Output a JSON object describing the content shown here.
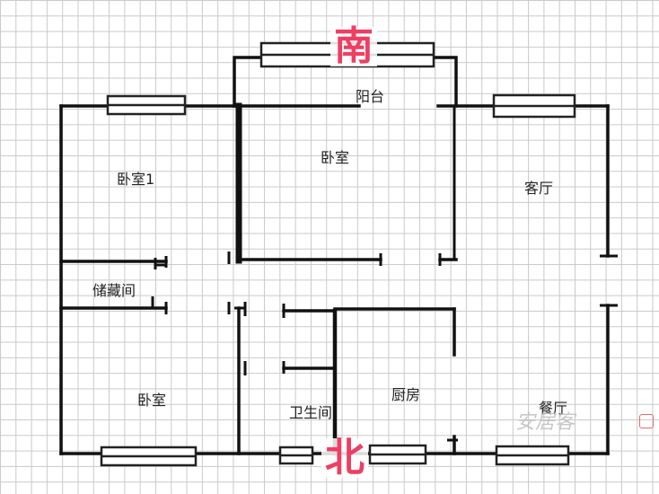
{
  "compass": {
    "south": "南",
    "north": "北",
    "color": "#ee3f63"
  },
  "rooms": {
    "balcony": "阳台",
    "bedroom_top": "卧室",
    "bedroom_1": "卧室1",
    "living_room": "客厅",
    "storage": "储藏间",
    "bedroom_bottom": "卧室",
    "bathroom": "卫生间",
    "kitchen": "厨房",
    "dining_room": "餐厅"
  },
  "watermark": "安居客",
  "colors": {
    "wall": "#111111",
    "window_frame": "#222222",
    "grid": "#c9c9c9"
  }
}
